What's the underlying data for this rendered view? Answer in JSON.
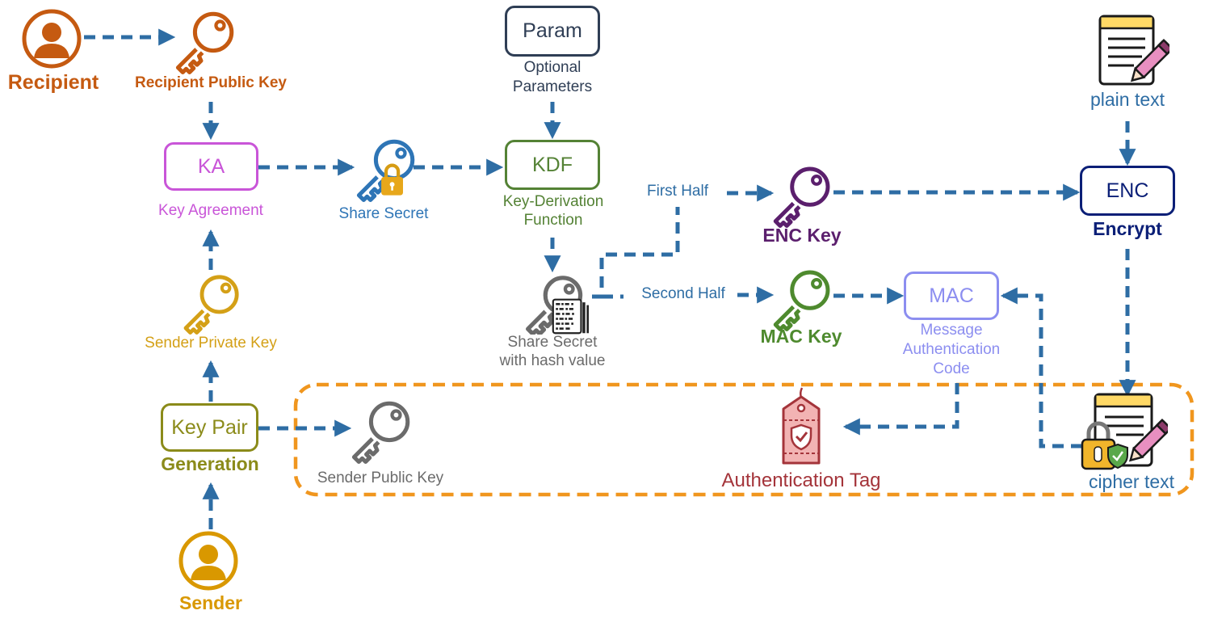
{
  "colors": {
    "arrow": "#2e6da4",
    "recipient": "#c55a11",
    "ka": "#c955d8",
    "share": "#2e75b6",
    "kdf": "#548235",
    "param": "#2f3e55",
    "enc_key": "#5b1f6d",
    "mac_key": "#4e8a2e",
    "mac": "#8c8ef0",
    "enc": "#0b1f77",
    "sender_private": "#d4a017",
    "keypair": "#8b8b1a",
    "sender": "#d99800",
    "gray": "#6b6b6b",
    "tag": "#a4343a",
    "tag_fill": "#f2b3b3",
    "orange_frame": "#f0961e"
  },
  "recipient": {
    "label": "Recipient",
    "icon": "person-icon"
  },
  "recipient_public_key": {
    "label": "Recipient Public Key",
    "icon": "key-icon"
  },
  "ka": {
    "box": "KA",
    "caption": "Key Agreement"
  },
  "share_secret": {
    "label": "Share Secret",
    "icon": "locked-key-icon"
  },
  "param": {
    "box": "Param",
    "caption_line1": "Optional",
    "caption_line2": "Parameters"
  },
  "kdf": {
    "box": "KDF",
    "caption_line1": "Key-Derivation",
    "caption_line2": "Function"
  },
  "hashed_secret": {
    "label_line1": "Share Secret",
    "label_line2": "with hash value",
    "icon": "hashed-key-icon"
  },
  "first_half": "First Half",
  "second_half": "Second Half",
  "enc_key": {
    "label": "ENC Key",
    "icon": "key-icon"
  },
  "mac_key": {
    "label": "MAC Key",
    "icon": "key-icon"
  },
  "mac": {
    "box": "MAC",
    "caption_line1": "Message",
    "caption_line2": "Authentication",
    "caption_line3": "Code"
  },
  "plain_text": {
    "label": "plain text",
    "icon": "document-pencil-icon"
  },
  "enc": {
    "box": "ENC",
    "caption": "Encrypt"
  },
  "sender_private_key": {
    "label": "Sender Private Key",
    "icon": "key-icon"
  },
  "key_pair": {
    "box": "Key Pair",
    "caption": "Generation"
  },
  "sender": {
    "label": "Sender",
    "icon": "person-icon"
  },
  "sender_public_key": {
    "label": "Sender Public Key",
    "icon": "key-icon"
  },
  "auth_tag": {
    "label": "Authentication Tag",
    "icon": "shield-tag-icon"
  },
  "cipher_text": {
    "label": "cipher text",
    "icon": "locked-document-icon"
  }
}
